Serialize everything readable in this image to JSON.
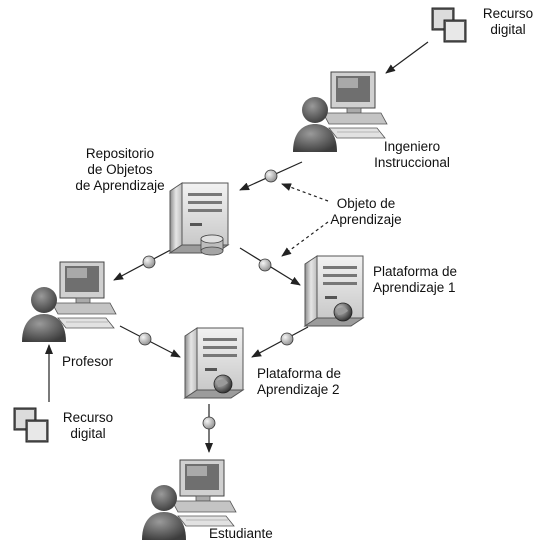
{
  "diagram": {
    "labels": {
      "recurso_top": [
        "Recurso",
        "digital"
      ],
      "ingeniero": [
        "Ingeniero",
        "Instruccional"
      ],
      "repositorio": [
        "Repositorio",
        "de Objetos",
        "de Aprendizaje"
      ],
      "objeto": [
        "Objeto de",
        "Aprendizaje"
      ],
      "plataforma1": [
        "Plataforma de",
        "Aprendizaje 1"
      ],
      "profesor": [
        "Profesor"
      ],
      "plataforma2": [
        "Plataforma de",
        "Aprendizaje 2"
      ],
      "recurso_bottom": [
        "Recurso",
        "digital"
      ],
      "estudiante": [
        "Estudiante"
      ]
    },
    "colors": {
      "person": "#5c5c5c",
      "server": "#d8d8d8",
      "arrow": "#222222",
      "token": "#bcbcbc"
    },
    "icons": [
      "document-stack-icon",
      "computer-user-icon",
      "server-icon",
      "database-icon",
      "globe-icon"
    ]
  }
}
